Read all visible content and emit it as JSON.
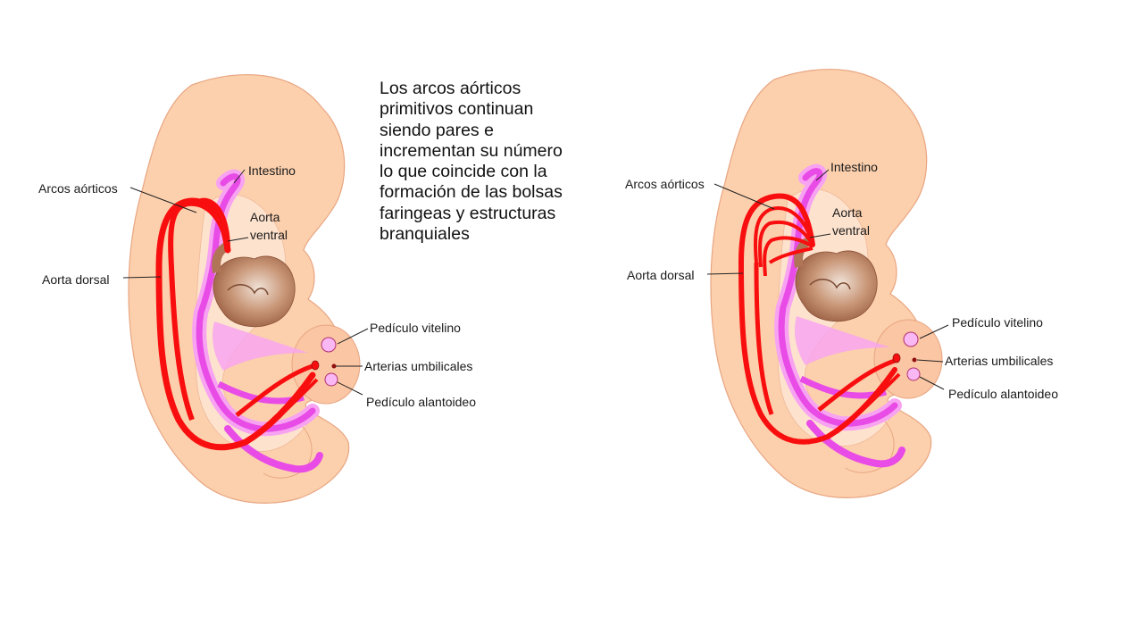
{
  "description_lines": [
    "Los arcos aórticos",
    "primitivos continuan",
    "siendo pares e",
    "incrementan su número",
    "lo que coincide con la",
    "formación de las bolsas",
    "faringeas y estructuras",
    "branquiales"
  ],
  "labels_left": {
    "intestino": "Intestino",
    "arcos": "Arcos aórticos",
    "aorta_ventral_1": "Aorta",
    "aorta_ventral_2": "ventral",
    "aorta_dorsal": "Aorta dorsal",
    "pediculo_vitelino": "Pedículo vitelino",
    "arterias_umbilicales": "Arterias umbilicales",
    "pediculo_alantoideo": "Pedículo alantoideo"
  },
  "labels_right": {
    "intestino": "Intestino",
    "arcos": "Arcos aórticos",
    "aorta_ventral_1": "Aorta",
    "aorta_ventral_2": "ventral",
    "aorta_dorsal": "Aorta dorsal",
    "pediculo_vitelino": "Pedículo vitelino",
    "arterias_umbilicales": "Arterias umbilicales",
    "pediculo_alantoideo": "Pedículo alantoideo"
  },
  "colors": {
    "embryo_skin": "#fcd0ad",
    "embryo_outline": "#e8a581",
    "artery": "#f80e0e",
    "gut": "#e84be6",
    "gut_light": "#f7a3f2",
    "heart": "#b07556",
    "heart_light": "#d9b7a1"
  }
}
